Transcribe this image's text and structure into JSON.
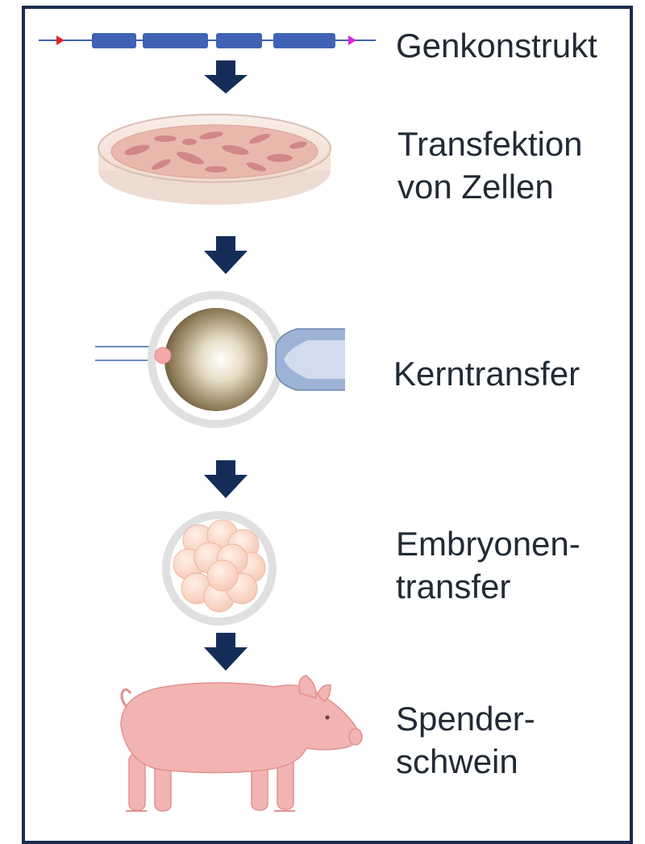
{
  "colors": {
    "frame": "#1b2b4f",
    "arrow": "#142d58",
    "gene_block": "#3f62b5",
    "text": "#222a35",
    "pig": "#f2b4b2"
  },
  "steps": [
    {
      "id": "genkonstrukt",
      "lines": [
        "Genkonstrukt"
      ]
    },
    {
      "id": "transfektion",
      "lines": [
        "Transfektion",
        "von Zellen"
      ]
    },
    {
      "id": "kerntransfer",
      "lines": [
        "Kerntransfer"
      ]
    },
    {
      "id": "embryonentransfer",
      "lines": [
        "Embryonen-",
        "transfer"
      ]
    },
    {
      "id": "spenderschwein",
      "lines": [
        "Spender-",
        "schwein"
      ]
    }
  ]
}
